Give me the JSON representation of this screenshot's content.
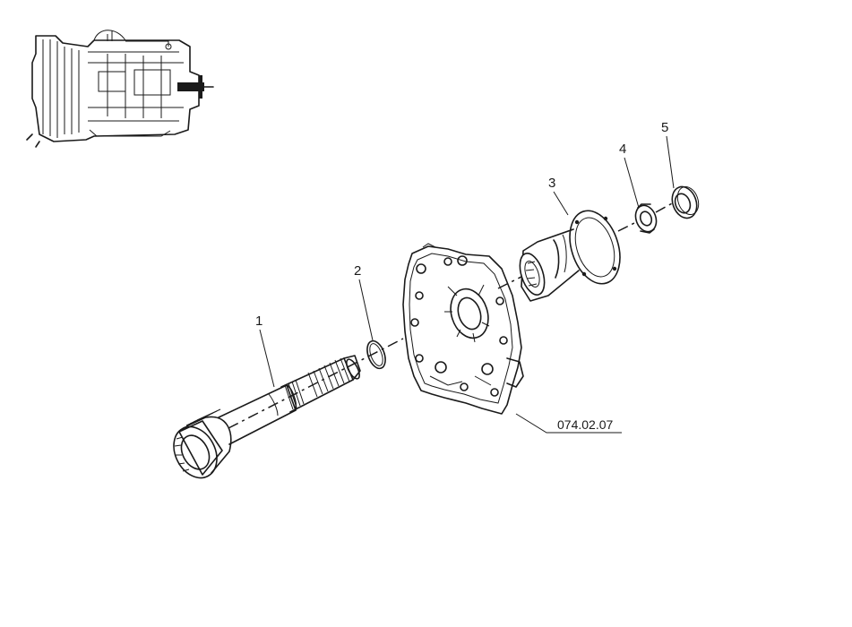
{
  "diagram": {
    "reference_code": "074.02.07",
    "callouts": [
      {
        "label": "1",
        "part": "input-shaft"
      },
      {
        "label": "2",
        "part": "o-ring"
      },
      {
        "label": "3",
        "part": "drive-flange"
      },
      {
        "label": "4",
        "part": "nut"
      },
      {
        "label": "5",
        "part": "seal-ring"
      }
    ],
    "icons": [
      "gearbox-thumbnail-icon",
      "transfer-case-housing-icon"
    ]
  }
}
